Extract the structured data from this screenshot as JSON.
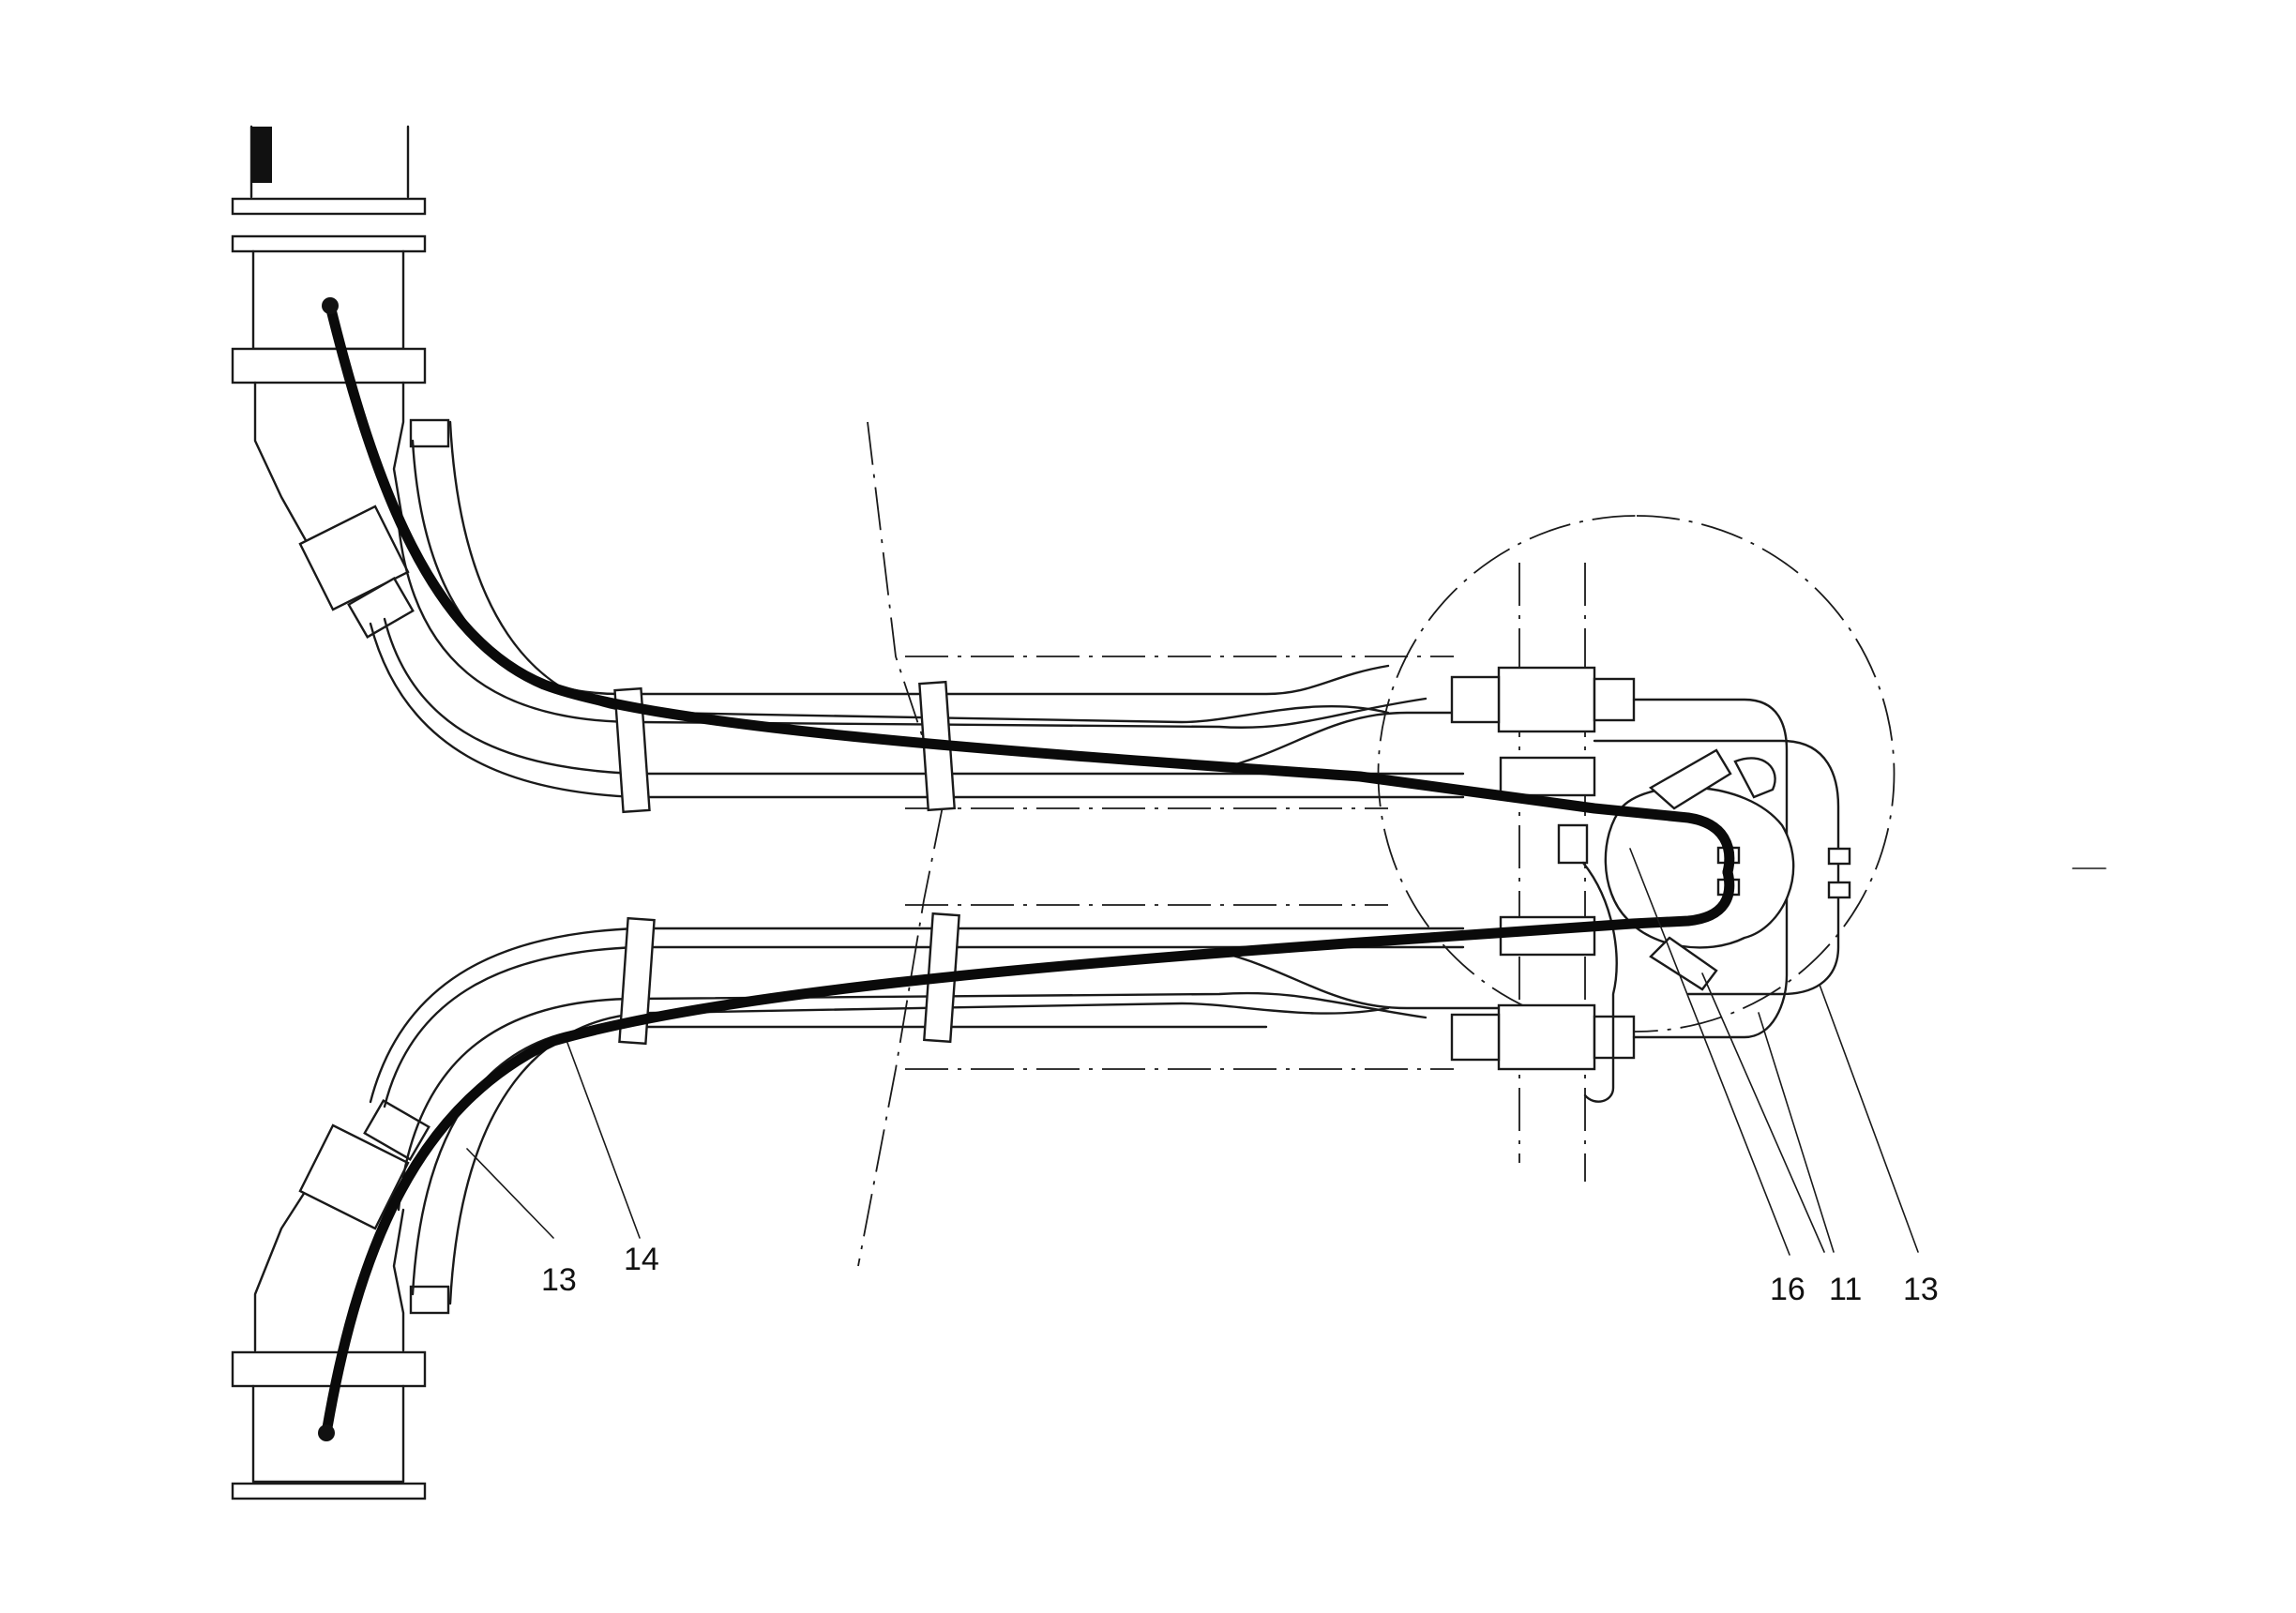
{
  "callouts": {
    "bottom_left_13": "13",
    "bottom_left_14": "14",
    "right_16": "16",
    "right_11": "11",
    "right_13": "13"
  }
}
